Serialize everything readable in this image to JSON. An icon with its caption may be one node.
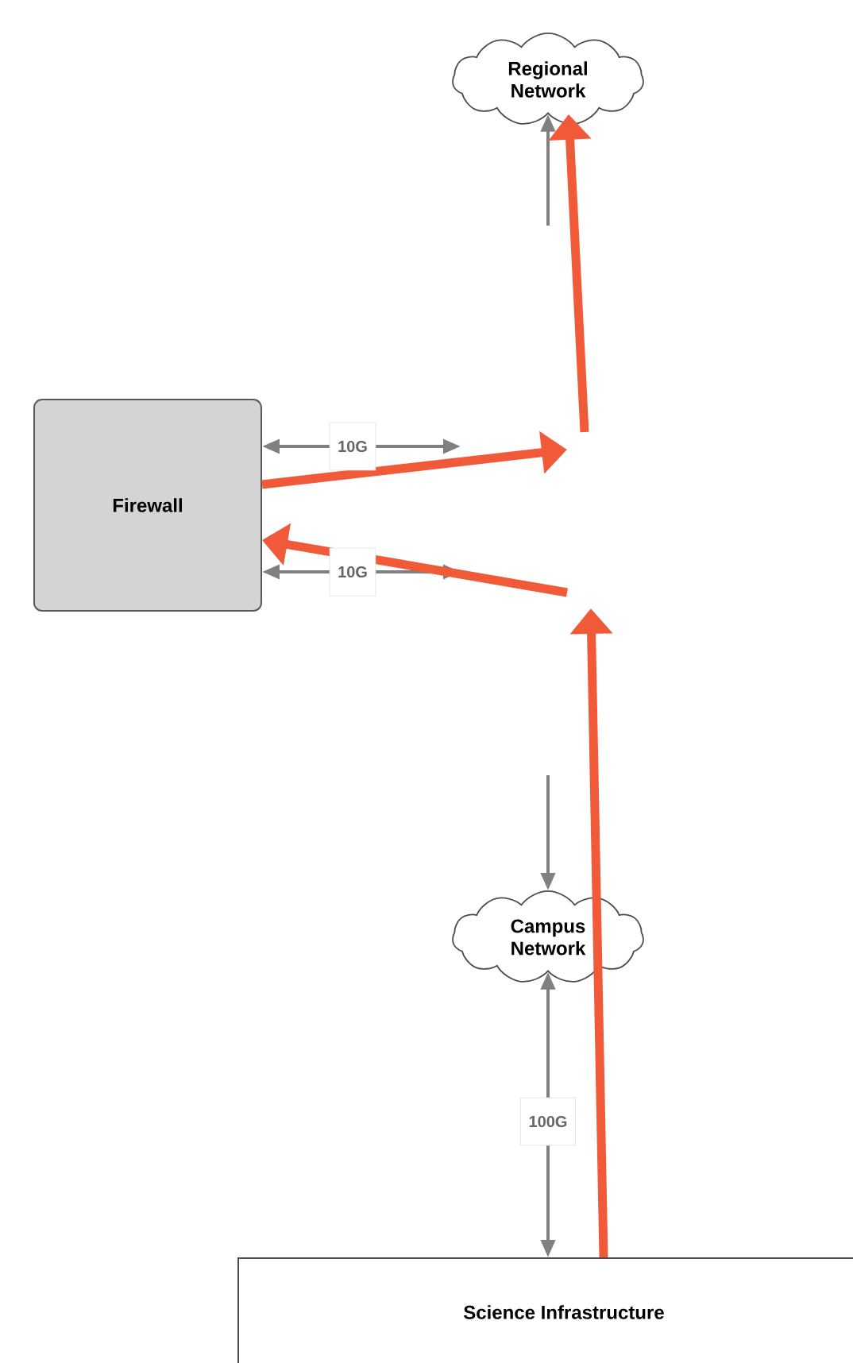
{
  "diagram": {
    "nodes": [
      {
        "text": [
          "Regional Network"
        ]
      },
      {
        "text": [
          "Firewall"
        ]
      },
      {
        "text": [
          "Campus Network"
        ]
      },
      {
        "text": [
          "Science Infrastructure"
        ]
      }
    ],
    "edges": [
      {
        "from": null,
        "to": 0,
        "arrow": "to"
      },
      {
        "from": 1,
        "to": null,
        "arrow": "both",
        "label": "10G"
      },
      {
        "from": 1,
        "to": null,
        "arrow": "both",
        "label": "10G"
      },
      {
        "from": null,
        "to": 2,
        "arrow": "to"
      },
      {
        "from": 2,
        "to": 3,
        "arrow": "both",
        "label": "100G"
      },
      {
        "from": 3,
        "to": null,
        "arrow": "to",
        "style": "thick",
        "color": "#f05a38"
      },
      {
        "from": null,
        "to": 1,
        "arrow": "to",
        "style": "thick",
        "color": "#f05a38"
      },
      {
        "from": 1,
        "to": null,
        "arrow": "to",
        "style": "thick",
        "color": "#f05a38"
      },
      {
        "from": null,
        "to": 0,
        "arrow": "to",
        "style": "thick",
        "color": "#f05a38"
      }
    ]
  }
}
